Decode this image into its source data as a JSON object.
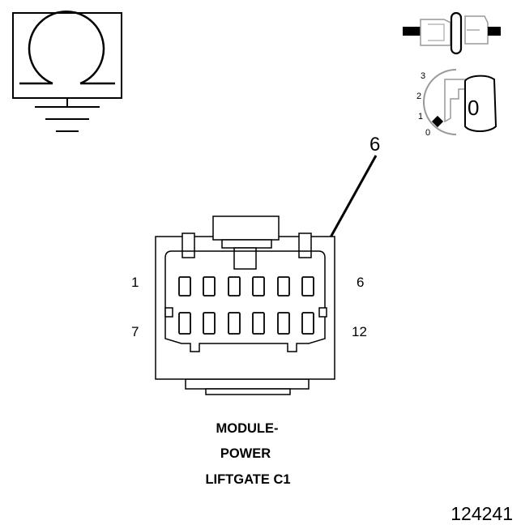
{
  "connector": {
    "pin_labels": {
      "top_left": "1",
      "top_right": "6",
      "bottom_left": "7",
      "bottom_right": "12"
    },
    "callout_pin": "6",
    "name_lines": [
      "MODULE-",
      "POWER",
      "LIFTGATE C1"
    ]
  },
  "ignition_key": {
    "positions": [
      "3",
      "2",
      "1",
      "0"
    ],
    "key_position": "0"
  },
  "figure_number": "124241",
  "icons": [
    "ohmmeter-ground-icon",
    "unplugged-connector-icon",
    "ignition-key-icon",
    "callout-arrow-icon"
  ]
}
